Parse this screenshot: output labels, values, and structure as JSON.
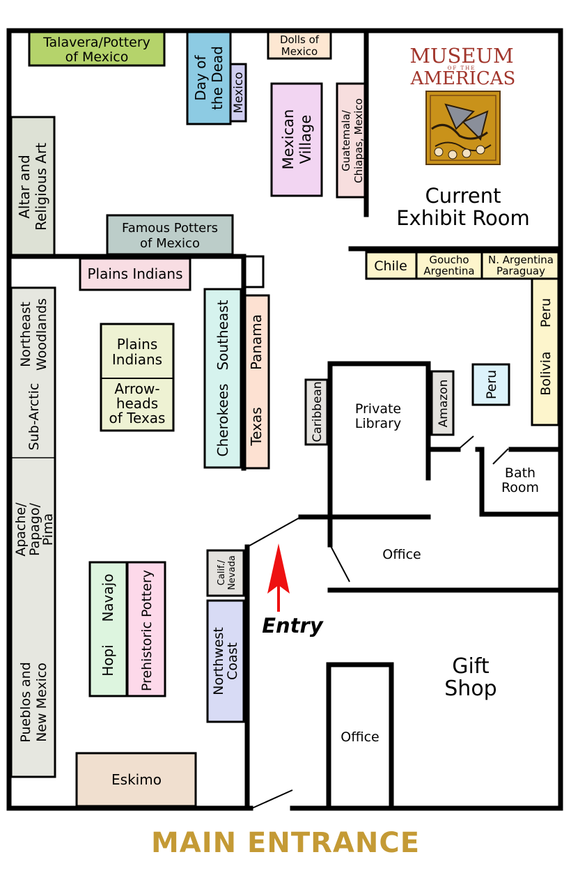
{
  "museum": {
    "logo_line1": "MUSEUM",
    "logo_small": "OF THE",
    "logo_line2": "AMERICAS"
  },
  "rooms": {
    "current_exhibit": [
      "Current",
      "Exhibit Room"
    ],
    "private_library": [
      "Private",
      "Library"
    ],
    "bath_room": [
      "Bath",
      "Room"
    ],
    "office_upper": "Office",
    "office_lower": "Office",
    "gift_shop": [
      "Gift",
      "Shop"
    ]
  },
  "exhibits": {
    "talavera": [
      "Talavera/Pottery",
      "of Mexico"
    ],
    "dolls": [
      "Dolls of",
      "Mexico"
    ],
    "day_of_dead": [
      "Day of",
      "the Dead"
    ],
    "mexico": "Mexico",
    "mexican_village": [
      "Mexican",
      "Village"
    ],
    "guatemala": [
      "Guatemala/",
      "Chiapas, Mexico"
    ],
    "altar": [
      "Altar and",
      "Religious Art"
    ],
    "famous_potters": [
      "Famous Potters",
      "of Mexico"
    ],
    "plains_indians_wall": "Plains Indians",
    "northeast_woodlands": [
      "Northeast",
      "Woodlands"
    ],
    "sub_arctic": "Sub-Arctic",
    "apache": [
      "Apache/",
      "Papago/",
      "Pima"
    ],
    "pueblos": [
      "Pueblos and",
      "New Mexico"
    ],
    "plains_indians_case": [
      "Plains",
      "Indians"
    ],
    "arrowheads": [
      "Arrow-",
      "heads",
      "of Texas"
    ],
    "cherokees": "Cherokees",
    "southeast": "Southeast",
    "panama": "Panama",
    "texas": "Texas",
    "chile": "Chile",
    "goucho": [
      "Goucho",
      "Argentina"
    ],
    "n_argentina": [
      "N. Argentina",
      "Paraguay"
    ],
    "peru_wall": "Peru",
    "bolivia": "Bolivia",
    "peru_case": "Peru",
    "caribbean": "Caribbean",
    "amazon": "Amazon",
    "calif": [
      "Calif./",
      "Nevada"
    ],
    "northwest": [
      "Northwest",
      "Coast"
    ],
    "navajo": "Navajo",
    "hopi": "Hopi",
    "prehistoric": "Prehistoric Pottery",
    "eskimo": "Eskimo"
  },
  "entry_label": "Entry",
  "main_entrance": "MAIN ENTRANCE",
  "colors": {
    "talavera": "#b5d36b",
    "dolls": "#fde7d2",
    "day_of_dead": "#8dcbe3",
    "mexico": "#cfcdf0",
    "mexican_village": "#f2d5f2",
    "guatemala": "#f7dede",
    "altar": "#dde1d5",
    "famous_potters": "#bccdc9",
    "plains_indians_wall": "#f8dde3",
    "side_wall": "#e6e7e0",
    "plains_case": "#eef2d3",
    "cherokees": "#d6f3ee",
    "panama_texas": "#fde1d2",
    "south_america": "#fdf5cc",
    "peru_case": "#ddf3fb",
    "gray_case": "#e4e2de",
    "northwest": "#d8dbf5",
    "navajo": "#ddf5df",
    "prehistoric": "#fdd9ea",
    "eskimo": "#f0dfcf",
    "logo_red": "#a1352b",
    "rug_bg": "#c9921a",
    "entry_arrow": "#ee1111",
    "main_entrance": "#c49a35"
  }
}
